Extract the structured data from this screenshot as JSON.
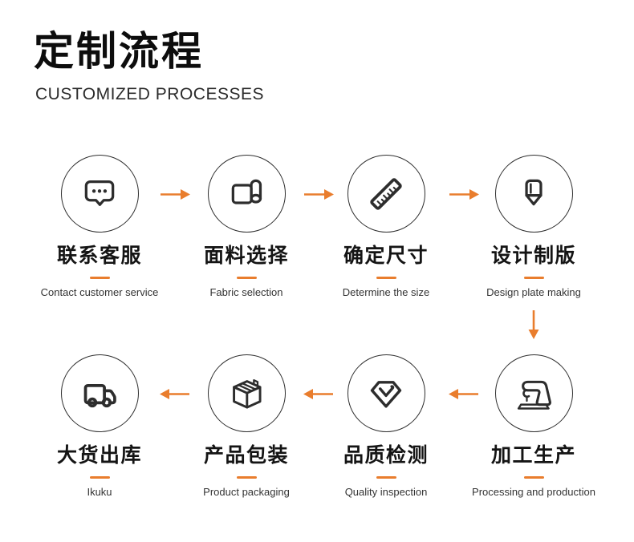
{
  "header": {
    "title": "定制流程",
    "subtitle": "CUSTOMIZED PROCESSES"
  },
  "accent_color": "#e97d2d",
  "icon_color": "#2d2d2d",
  "steps": [
    {
      "zh": "联系客服",
      "en": "Contact customer service",
      "icon": "chat-bubble-icon"
    },
    {
      "zh": "面料选择",
      "en": "Fabric selection",
      "icon": "fabric-roll-icon"
    },
    {
      "zh": "确定尺寸",
      "en": "Determine the size",
      "icon": "ruler-icon"
    },
    {
      "zh": "设计制版",
      "en": "Design plate making",
      "icon": "pen-nib-icon"
    },
    {
      "zh": "加工生产",
      "en": "Processing and production",
      "icon": "sewing-machine-icon"
    },
    {
      "zh": "品质检测",
      "en": "Quality inspection",
      "icon": "gem-check-icon"
    },
    {
      "zh": "产品包装",
      "en": "Product packaging",
      "icon": "package-box-icon"
    },
    {
      "zh": "大货出库",
      "en": "Ikuku",
      "icon": "delivery-truck-icon"
    }
  ]
}
